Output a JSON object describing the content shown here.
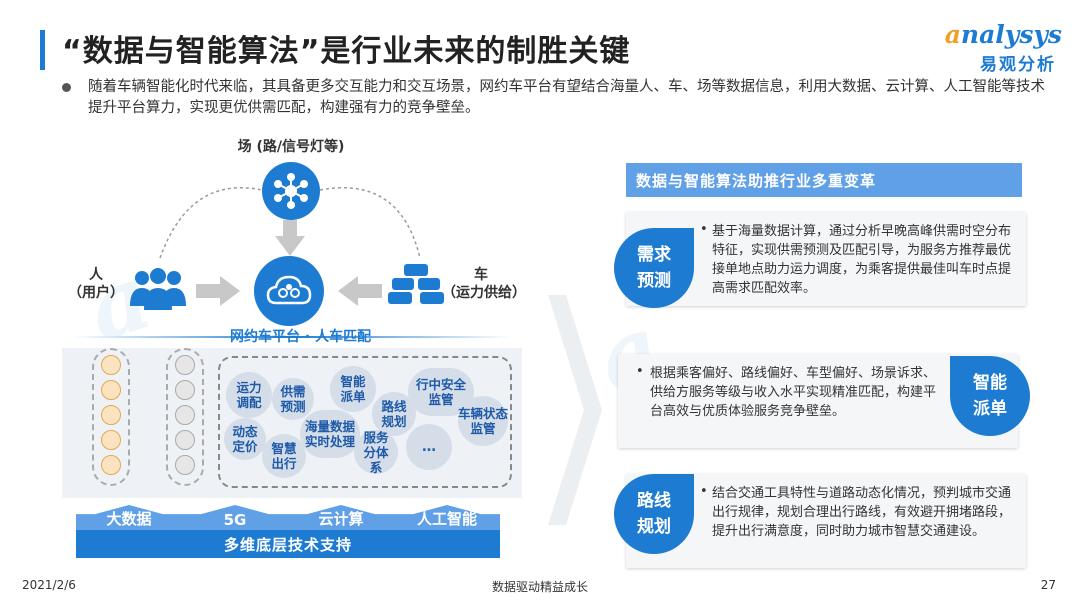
{
  "header": {
    "title": "“数据与智能算法”是行业未来的制胜关键",
    "logo_en": "nalysys",
    "logo_en_initial": "a",
    "logo_cn": "易观分析"
  },
  "intro": "随着车辆智能化时代来临，其具备更多交互能力和交互场景，网约车平台有望结合海量人、车、场等数据信息，利用大数据、云计算、人工智能等技术提升平台算力，实现更优供需匹配，构建强有力的竞争壁垒。",
  "diagram": {
    "field_label": "场 (路/信号灯等)",
    "people_label_1": "人",
    "people_label_2": "（用户）",
    "car_label_1": "车",
    "car_label_2": "（运力供给）",
    "platform_label": "网约车平台 · 人车匹配",
    "functions": [
      "运力调配",
      "供需预测",
      "智能派单",
      "路线规划",
      "行中安全监管",
      "车辆状态监管",
      "动态定价",
      "智慧出行",
      "海量数据实时处理",
      "服务分体系",
      "…"
    ],
    "tech": [
      "大数据",
      "5G",
      "云计算",
      "人工智能"
    ],
    "tech_base": "多维底层技术支持"
  },
  "right": {
    "header": "数据与智能算法助推行业多重变革",
    "cards": [
      {
        "tag": "需求预测",
        "text": "基于海量数据计算，通过分析早晚高峰供需时空分布特征，实现供需预测及匹配引导，为服务方推荐最优接单地点助力运力调度，为乘客提供最佳叫车时点提高需求匹配效率。"
      },
      {
        "tag": "智能派单",
        "text": "根据乘客偏好、路线偏好、车型偏好、场景诉求、供给方服务等级与收入水平实现精准匹配，构建平台高效与优质体验服务竞争壁垒。"
      },
      {
        "tag": "路线规划",
        "text": "结合交通工具特性与道路动态化情况，预判城市交通出行规律，规划合理出行路线，有效避开拥堵路段，提升出行满意度，同时助力城市智慧交通建设。"
      }
    ],
    "bullet": "•"
  },
  "footer": {
    "date": "2021/2/6",
    "center": "数据驱动精益成长",
    "page": "27"
  },
  "colors": {
    "primary": "#1e7bd2",
    "light_blue": "#5fa0e6",
    "accent_orange": "#f0a028"
  }
}
